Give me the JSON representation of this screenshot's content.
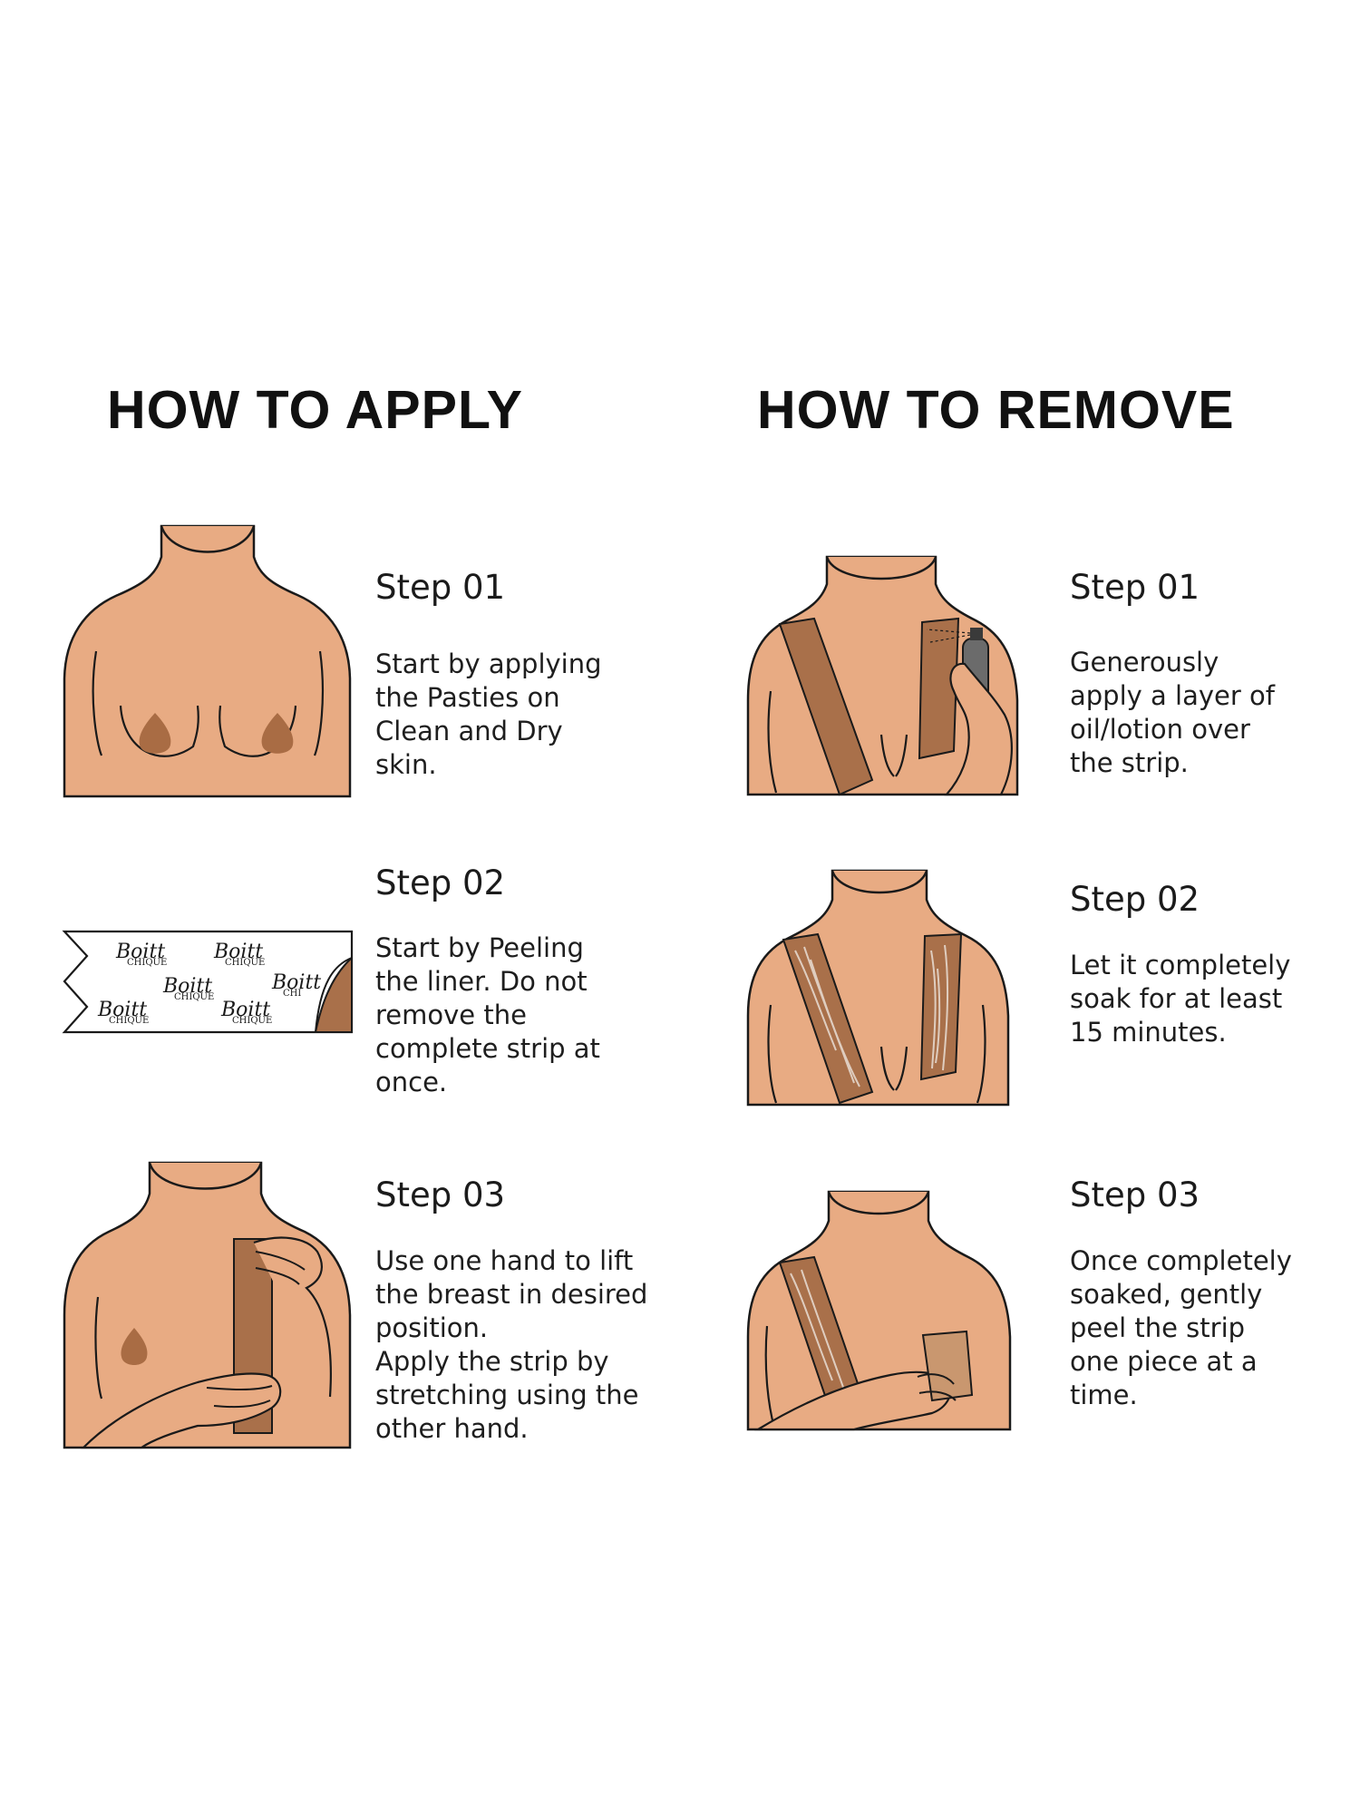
{
  "colors": {
    "skin": "#e8ab83",
    "tape": "#a9704a",
    "nipple": "#a96c44",
    "outline": "#1a1a1a"
  },
  "apply": {
    "heading": "HOW TO APPLY",
    "steps": [
      {
        "title": "Step 01",
        "text": "Start by applying\nthe Pasties on\nClean and Dry\nskin."
      },
      {
        "title": "Step 02",
        "text": "Start by Peeling\nthe liner. Do not\nremove the\ncomplete strip at\nonce."
      },
      {
        "title": "Step 03",
        "text": "Use one hand to lift\nthe breast in desired\nposition.\nApply the strip by\nstretching using the\nother hand."
      }
    ]
  },
  "remove": {
    "heading": "HOW TO REMOVE",
    "steps": [
      {
        "title": "Step 01",
        "text": "Generously\napply a layer of\noil/lotion over\nthe strip."
      },
      {
        "title": "Step 02",
        "text": "Let it completely\nsoak for at least\n15 minutes."
      },
      {
        "title": "Step 03",
        "text": "Once completely\nsoaked, gently\npeel the strip\none piece at a\ntime."
      }
    ]
  },
  "strip_brand": {
    "script": "Boitt",
    "caps": "CHIQUE"
  }
}
